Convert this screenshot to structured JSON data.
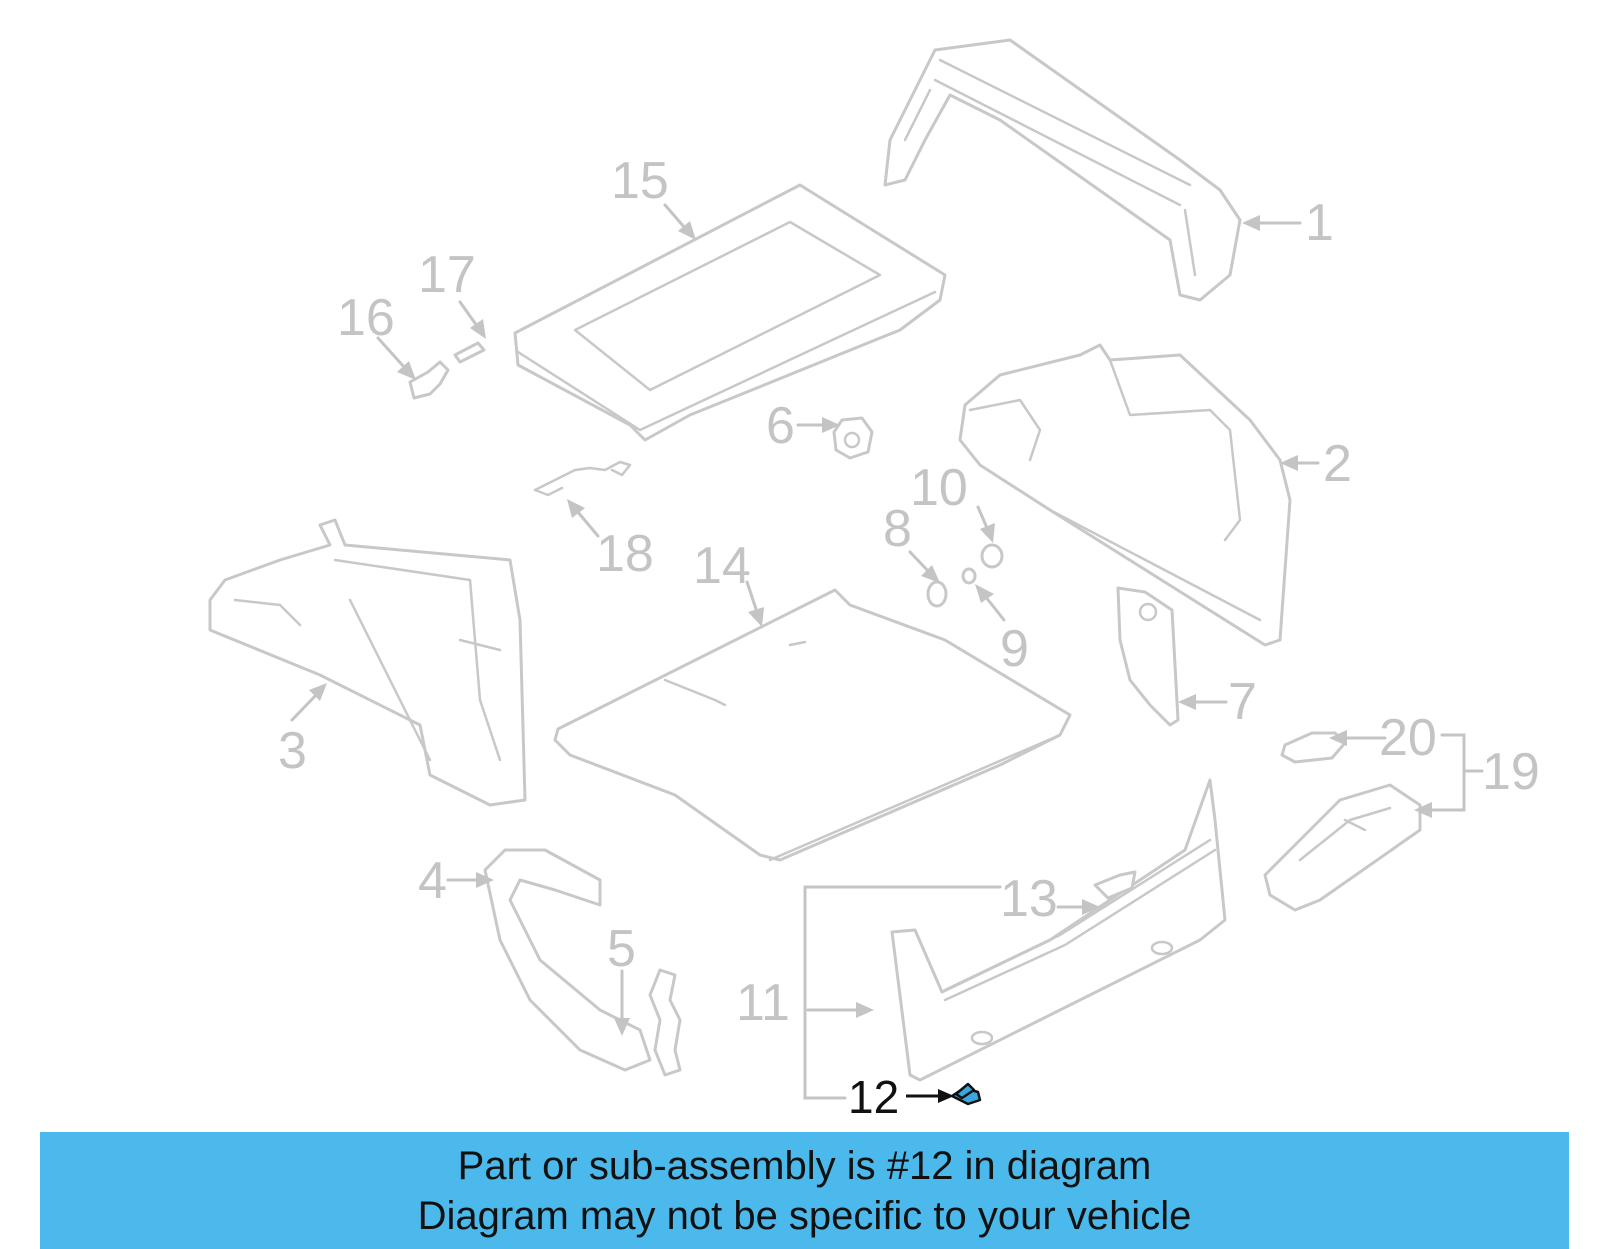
{
  "callouts": {
    "c1": "1",
    "c2": "2",
    "c3": "3",
    "c4": "4",
    "c5": "5",
    "c6": "6",
    "c7": "7",
    "c8": "8",
    "c9": "9",
    "c10": "10",
    "c11": "11",
    "c12": "12",
    "c13": "13",
    "c14": "14",
    "c15": "15",
    "c16": "16",
    "c17": "17",
    "c18": "18",
    "c19": "19",
    "c20": "20"
  },
  "highlighted_part": "12",
  "colors": {
    "highlight": "#3aa8e0",
    "banner": "#4bb9ec",
    "line_art": "#c8c8c8"
  },
  "banner": {
    "line1": "Part or sub-assembly is #12 in diagram",
    "line2": "Diagram may not be specific to your vehicle"
  }
}
